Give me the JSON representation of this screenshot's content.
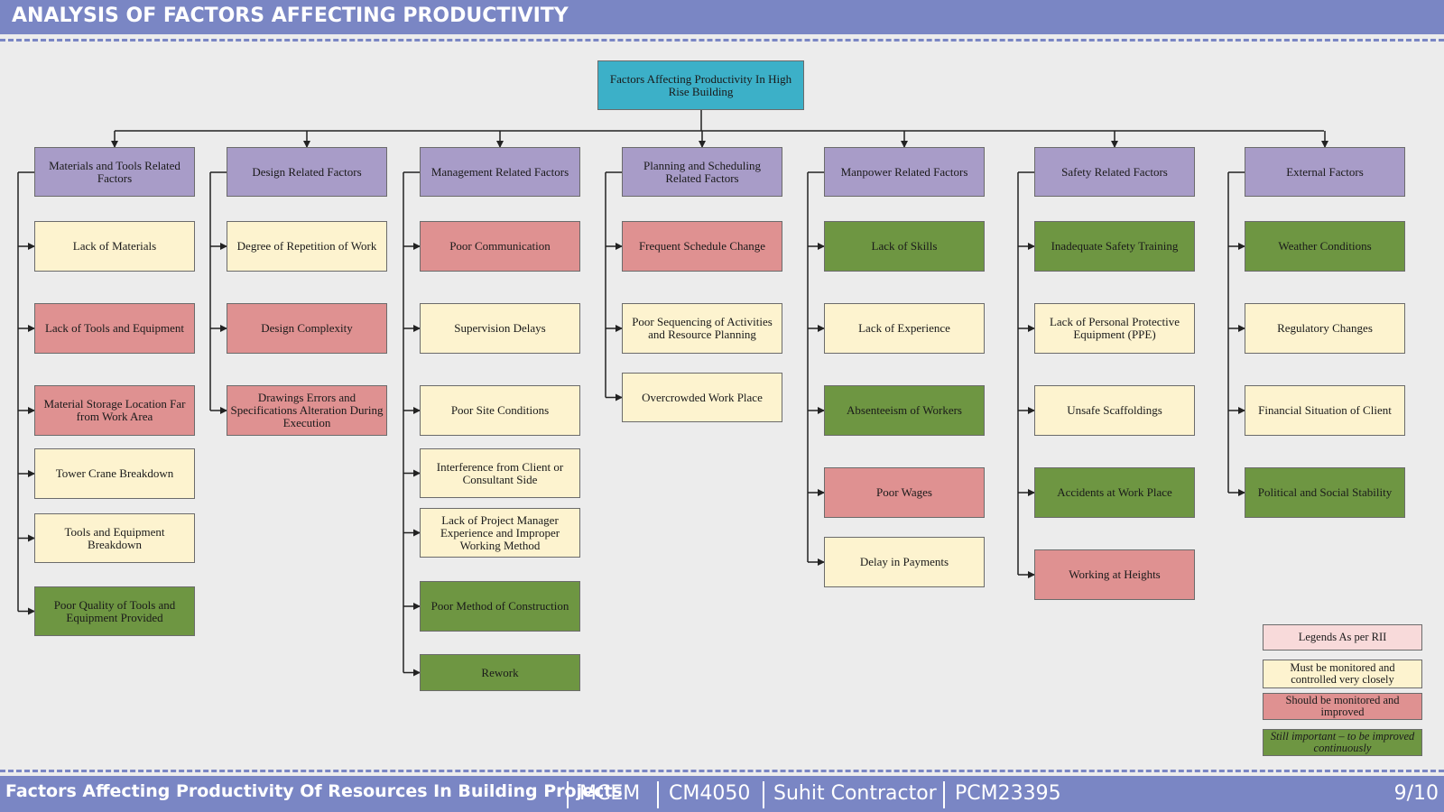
{
  "header": {
    "title": "ANALYSIS OF FACTORS AFFECTING PRODUCTIVITY"
  },
  "colors": {
    "header": "#7a86c4",
    "root": "#3cb0c8",
    "category": "#a89cc8",
    "yellow": "#fdf3cf",
    "red": "#df9191",
    "green": "#6e9642",
    "legend_title": "#f8dada"
  },
  "root": {
    "label": "Factors Affecting Productivity In High Rise Building"
  },
  "categories": [
    {
      "label": "Materials and Tools Related Factors",
      "factors": [
        {
          "label": "Lack of Materials",
          "level": "yellow"
        },
        {
          "label": "Lack of Tools and Equipment",
          "level": "red"
        },
        {
          "label": "Material Storage Location Far from Work Area",
          "level": "red"
        },
        {
          "label": "Tower Crane Breakdown",
          "level": "yellow"
        },
        {
          "label": "Tools and Equipment Breakdown",
          "level": "yellow"
        },
        {
          "label": "Poor Quality of Tools and Equipment Provided",
          "level": "green"
        }
      ]
    },
    {
      "label": "Design Related Factors",
      "factors": [
        {
          "label": "Degree of Repetition of Work",
          "level": "yellow"
        },
        {
          "label": "Design Complexity",
          "level": "red"
        },
        {
          "label": "Drawings Errors and Specifications Alteration During Execution",
          "level": "red"
        }
      ]
    },
    {
      "label": "Management Related Factors",
      "factors": [
        {
          "label": "Poor Communication",
          "level": "red"
        },
        {
          "label": "Supervision Delays",
          "level": "yellow"
        },
        {
          "label": "Poor Site Conditions",
          "level": "yellow"
        },
        {
          "label": "Interference from Client or Consultant Side",
          "level": "yellow"
        },
        {
          "label": "Lack of Project Manager Experience and Improper Working Method",
          "level": "yellow"
        },
        {
          "label": "Poor Method of Construction",
          "level": "green"
        },
        {
          "label": "Rework",
          "level": "green"
        }
      ]
    },
    {
      "label": "Planning and Scheduling Related Factors",
      "factors": [
        {
          "label": "Frequent Schedule Change",
          "level": "red"
        },
        {
          "label": "Poor Sequencing of Activities and Resource Planning",
          "level": "yellow"
        },
        {
          "label": "Overcrowded Work Place",
          "level": "yellow"
        }
      ]
    },
    {
      "label": "Manpower Related Factors",
      "factors": [
        {
          "label": "Lack of Skills",
          "level": "green"
        },
        {
          "label": "Lack of Experience",
          "level": "yellow"
        },
        {
          "label": "Absenteeism of Workers",
          "level": "green"
        },
        {
          "label": "Poor Wages",
          "level": "red"
        },
        {
          "label": "Delay in Payments",
          "level": "yellow"
        }
      ]
    },
    {
      "label": "Safety Related Factors",
      "factors": [
        {
          "label": "Inadequate Safety Training",
          "level": "green"
        },
        {
          "label": "Lack of Personal Protective Equipment (PPE)",
          "level": "yellow"
        },
        {
          "label": "Unsafe Scaffoldings",
          "level": "yellow"
        },
        {
          "label": "Accidents at Work Place",
          "level": "green"
        },
        {
          "label": "Working at Heights",
          "level": "red"
        }
      ]
    },
    {
      "label": "External Factors",
      "factors": [
        {
          "label": "Weather Conditions",
          "level": "green"
        },
        {
          "label": "Regulatory Changes",
          "level": "yellow"
        },
        {
          "label": "Financial Situation of Client",
          "level": "yellow"
        },
        {
          "label": "Political and Social Stability",
          "level": "green"
        }
      ]
    }
  ],
  "legend": {
    "title": "Legends As per RII",
    "items": [
      {
        "label": "Must be monitored and controlled very closely",
        "level": "yellow"
      },
      {
        "label": "Should be monitored and improved",
        "level": "red"
      },
      {
        "label": "Still important – to be improved continuously",
        "level": "green"
      }
    ]
  },
  "footer": {
    "title": "Factors Affecting Productivity Of Resources In Building Projects",
    "items": [
      "MCEM",
      "CM4050",
      "Suhit Contractor",
      "PCM23395"
    ],
    "page": "9/10"
  }
}
